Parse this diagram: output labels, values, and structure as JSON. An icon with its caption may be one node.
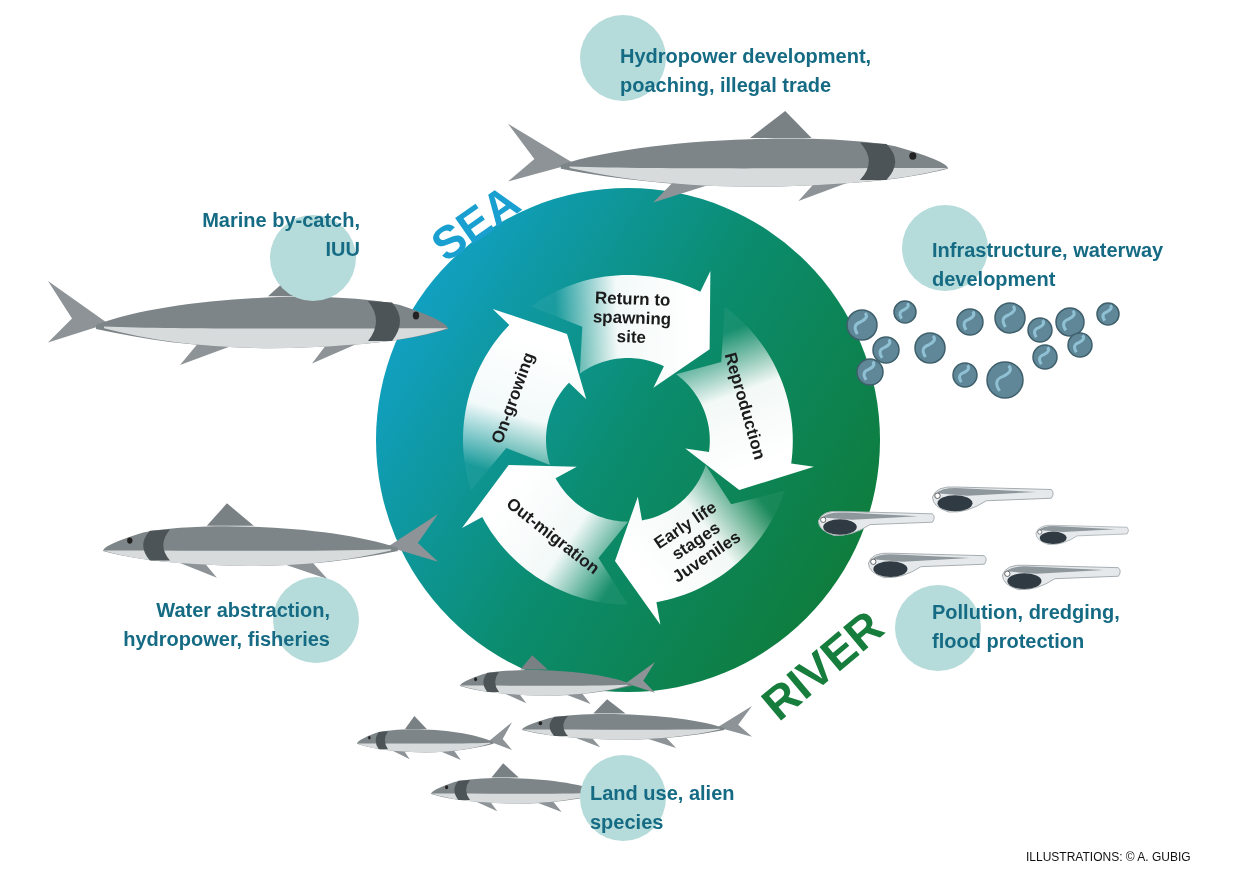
{
  "diagram": {
    "nodes": [
      {
        "text": [
          "Return to spawning site"
        ]
      },
      {
        "text": [
          "Reproduction"
        ]
      },
      {
        "text": [
          "Early life stages Juveniles"
        ]
      },
      {
        "text": [
          "Out-migration"
        ]
      },
      {
        "text": [
          "On-growing"
        ]
      },
      {
        "text": [
          "Hydropower development, poaching, illegal trade"
        ]
      },
      {
        "text": [
          "Marine by-catch, IUU"
        ]
      },
      {
        "text": [
          "Infrastructure, waterway development"
        ]
      },
      {
        "text": [
          "Water abstraction, hydropower, fisheries"
        ]
      },
      {
        "text": [
          "Pollution, dredging, flood protection"
        ]
      },
      {
        "text": [
          "Land use, alien species"
        ]
      }
    ],
    "labels": [
      "SEA",
      "RIVER",
      "ILLUSTRATIONS: © A. GUBIG"
    ]
  }
}
